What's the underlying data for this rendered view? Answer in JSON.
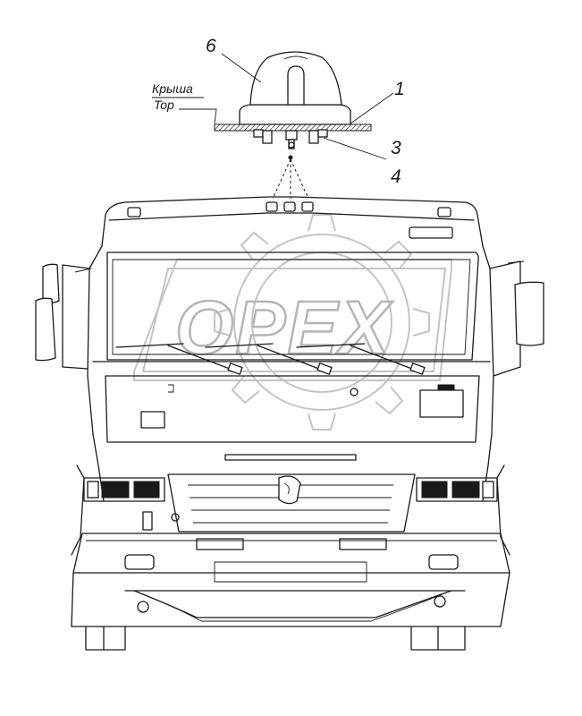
{
  "callouts": {
    "c6": "6",
    "c1": "1",
    "c3": "3",
    "c4": "4"
  },
  "roof_label": {
    "ru": "Крыша",
    "en": "Top"
  },
  "watermark": {
    "text": "OPEX"
  },
  "icons": {
    "beacon": "roof-beacon-lamp-icon",
    "truck": "truck-front-view-icon",
    "logo": "kamaz-horse-logo-icon",
    "gear": "gear-watermark-icon"
  },
  "colors": {
    "line": "#1a1a1a",
    "watermark": "#b5b5b5",
    "background": "#ffffff"
  }
}
